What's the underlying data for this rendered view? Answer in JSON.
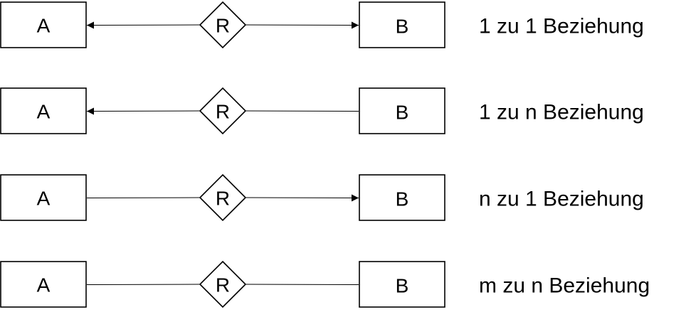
{
  "rows": [
    {
      "entity_a": "A",
      "relation": "R",
      "entity_b": "B",
      "caption": "1 zu 1 Beziehung",
      "arrow_to_a": true,
      "arrow_to_b": true
    },
    {
      "entity_a": "A",
      "relation": "R",
      "entity_b": "B",
      "caption": "1 zu n Beziehung",
      "arrow_to_a": true,
      "arrow_to_b": false
    },
    {
      "entity_a": "A",
      "relation": "R",
      "entity_b": "B",
      "caption": "n zu 1 Beziehung",
      "arrow_to_a": false,
      "arrow_to_b": true
    },
    {
      "entity_a": "A",
      "relation": "R",
      "entity_b": "B",
      "caption": "m zu n Beziehung",
      "arrow_to_a": false,
      "arrow_to_b": false
    }
  ]
}
